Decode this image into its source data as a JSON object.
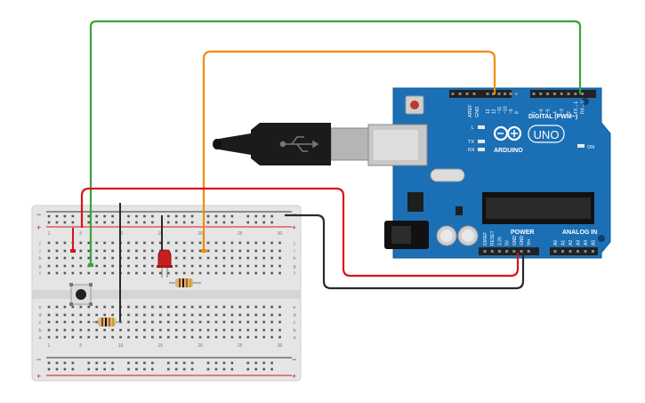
{
  "arduino": {
    "brand": "ARDUINO",
    "model": "UNO",
    "digital_label": "DIGITAL (PWM~)",
    "analog_label": "ANALOG IN",
    "power_label": "POWER",
    "aref": "AREF",
    "gnd": "GND",
    "on_label": "ON",
    "l_label": "L",
    "tx_label": "TX",
    "rx_label": "RX",
    "digital_pins": [
      "13",
      "12",
      "~11",
      "~10",
      "~9",
      "8",
      "7",
      "~6",
      "~5",
      "4",
      "~3",
      "2",
      "TX→1",
      "RX←0"
    ],
    "power_pins": [
      "IOREF",
      "RESET",
      "3.3V",
      "5V",
      "GND",
      "GND",
      "Vin"
    ],
    "analog_pins": [
      "A0",
      "A1",
      "A2",
      "A3",
      "A4",
      "A5"
    ]
  },
  "breadboard": {
    "rail_minus": "−",
    "rail_plus": "+",
    "rows_top": [
      "j",
      "i",
      "h",
      "g",
      "f"
    ],
    "rows_bottom": [
      "e",
      "d",
      "c",
      "b",
      "a"
    ],
    "columns": [
      "1",
      "5",
      "10",
      "15",
      "20",
      "25",
      "30"
    ]
  },
  "colors": {
    "wire_green": "#3aa33a",
    "wire_orange": "#f08c00",
    "wire_red": "#d8141c",
    "wire_black": "#2a2a2a",
    "board_blue": "#1b6fb5",
    "breadboard": "#e6e6e6",
    "led_red": "#c81e1e"
  }
}
